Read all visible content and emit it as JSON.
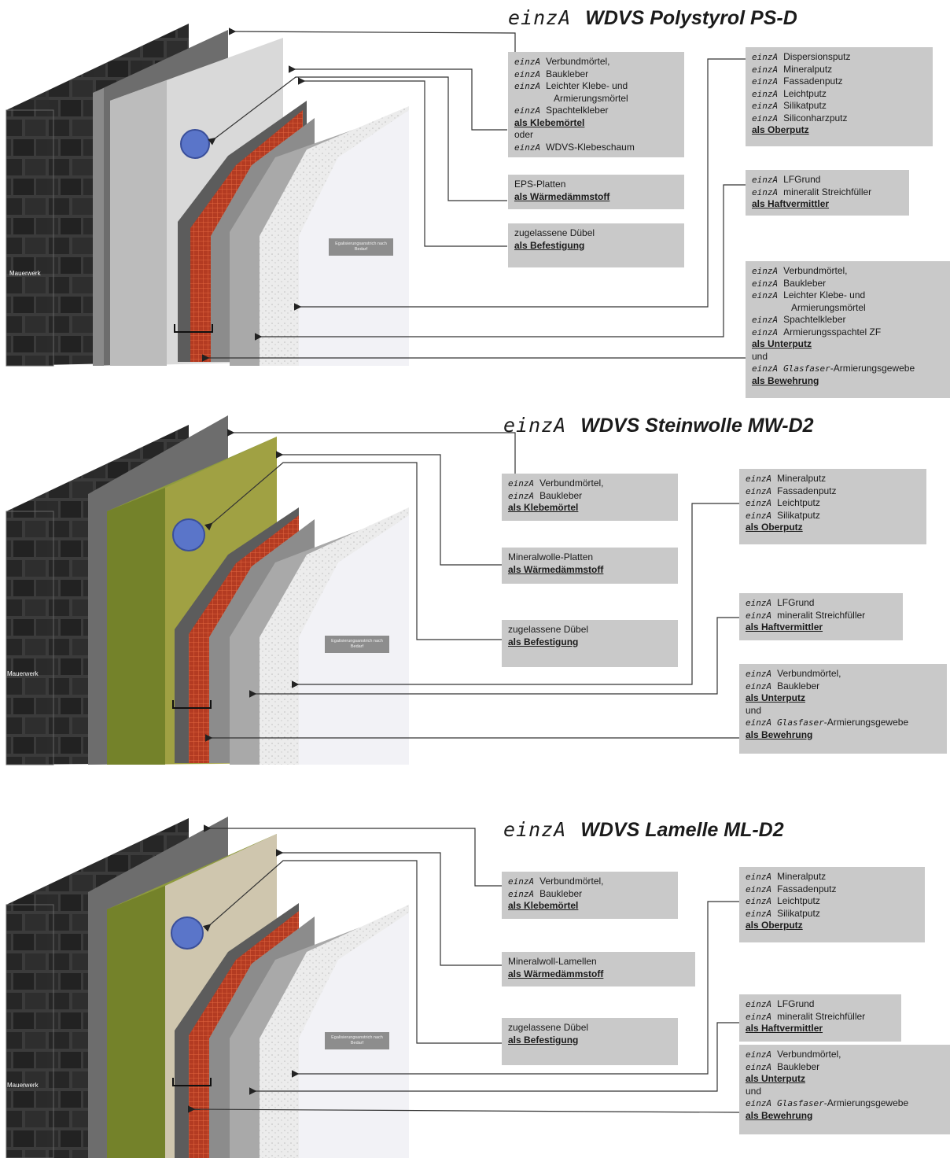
{
  "systems": [
    {
      "brand": "einzA",
      "title": "WDVS Polystyrol PS-D",
      "wall_label": "Mauerwerk",
      "render_label": "Egalisierungsanstrich nach Bedarf",
      "left_boxes": [
        {
          "lines": [
            {
              "brand": "einzA",
              "text": "Verbundmörtel,"
            },
            {
              "brand": "einzA",
              "text": "Baukleber"
            },
            {
              "brand": "einzA",
              "text": "Leichter Klebe- und"
            },
            {
              "text": "Armierungsmörtel",
              "indent": true
            },
            {
              "brand": "einzA",
              "text": "Spachtelkleber"
            },
            {
              "text": "als Klebemörtel",
              "role": true
            },
            {
              "text": "oder"
            },
            {
              "brand": "einzA",
              "text": "WDVS-Klebeschaum"
            }
          ]
        },
        {
          "lines": [
            {
              "text": "EPS-Platten"
            },
            {
              "text": "als Wärmedämmstoff",
              "role": true
            }
          ]
        },
        {
          "lines": [
            {
              "text": "zugelassene Dübel"
            },
            {
              "text": "als Befestigung",
              "role": true
            }
          ]
        }
      ],
      "right_boxes": [
        {
          "lines": [
            {
              "brand": "einzA",
              "text": "Dispersionsputz"
            },
            {
              "brand": "einzA",
              "text": "Mineralputz"
            },
            {
              "brand": "einzA",
              "text": "Fassadenputz"
            },
            {
              "brand": "einzA",
              "text": "Leichtputz"
            },
            {
              "brand": "einzA",
              "text": "Silikatputz"
            },
            {
              "brand": "einzA",
              "text": "Siliconharzputz"
            },
            {
              "text": "als Oberputz",
              "role": true
            }
          ]
        },
        {
          "lines": [
            {
              "brand": "einzA",
              "text": "LFGrund"
            },
            {
              "brand": "einzA",
              "text": "mineralit Streichfüller"
            },
            {
              "text": "als Haftvermittler",
              "role": true
            }
          ]
        },
        {
          "lines": [
            {
              "brand": "einzA",
              "text": "Verbundmörtel,"
            },
            {
              "brand": "einzA",
              "text": "Baukleber"
            },
            {
              "brand": "einzA",
              "text": "Leichter Klebe- und"
            },
            {
              "text": "Armierungsmörtel",
              "indent": true
            },
            {
              "brand": "einzA",
              "text": "Spachtelkleber"
            },
            {
              "brand": "einzA",
              "text": "Armierungsspachtel ZF"
            },
            {
              "text": "als Unterputz",
              "role": true
            },
            {
              "text": "und"
            },
            {
              "brand": "einzA",
              "gf": "Glasfaser",
              "text": "-Armierungsgewebe"
            },
            {
              "text": "als Bewehrung",
              "role": true
            }
          ]
        }
      ]
    },
    {
      "brand": "einzA",
      "title": "WDVS Steinwolle MW-D2",
      "wall_label": "Mauerwerk",
      "render_label": "Egalisierungsanstrich nach Bedarf",
      "left_boxes": [
        {
          "lines": [
            {
              "brand": "einzA",
              "text": "Verbundmörtel,"
            },
            {
              "brand": "einzA",
              "text": "Baukleber"
            },
            {
              "text": "als Klebemörtel",
              "role": true
            }
          ]
        },
        {
          "lines": [
            {
              "text": "Mineralwolle-Platten"
            },
            {
              "text": "als Wärmedämmstoff",
              "role": true
            }
          ]
        },
        {
          "lines": [
            {
              "text": "zugelassene Dübel"
            },
            {
              "text": "als Befestigung",
              "role": true
            }
          ]
        }
      ],
      "right_boxes": [
        {
          "lines": [
            {
              "brand": "einzA",
              "text": "Mineralputz"
            },
            {
              "brand": "einzA",
              "text": "Fassadenputz"
            },
            {
              "brand": "einzA",
              "text": "Leichtputz"
            },
            {
              "brand": "einzA",
              "text": "Silikatputz"
            },
            {
              "text": "als Oberputz",
              "role": true
            }
          ]
        },
        {
          "lines": [
            {
              "brand": "einzA",
              "text": "LFGrund"
            },
            {
              "brand": "einzA",
              "text": "mineralit Streichfüller"
            },
            {
              "text": "als Haftvermittler",
              "role": true
            }
          ]
        },
        {
          "lines": [
            {
              "brand": "einzA",
              "text": "Verbundmörtel,"
            },
            {
              "brand": "einzA",
              "text": "Baukleber"
            },
            {
              "text": "als Unterputz",
              "role": true
            },
            {
              "text": "und"
            },
            {
              "brand": "einzA",
              "gf": "Glasfaser",
              "text": "-Armierungsgewebe"
            },
            {
              "text": "als Bewehrung",
              "role": true
            }
          ]
        }
      ]
    },
    {
      "brand": "einzA",
      "title": "WDVS Lamelle ML-D2",
      "wall_label": "Mauerwerk",
      "render_label": "Egalisierungsanstrich nach Bedarf",
      "left_boxes": [
        {
          "lines": [
            {
              "brand": "einzA",
              "text": "Verbundmörtel,"
            },
            {
              "brand": "einzA",
              "text": "Baukleber"
            },
            {
              "text": "als Klebemörtel",
              "role": true
            }
          ]
        },
        {
          "lines": [
            {
              "text": "Mineralwoll-Lamellen"
            },
            {
              "text": "als Wärmedämmstoff",
              "role": true
            }
          ]
        },
        {
          "lines": [
            {
              "text": "zugelassene Dübel"
            },
            {
              "text": "als Befestigung",
              "role": true
            }
          ]
        }
      ],
      "right_boxes": [
        {
          "lines": [
            {
              "brand": "einzA",
              "text": "Mineralputz"
            },
            {
              "brand": "einzA",
              "text": "Fassadenputz"
            },
            {
              "brand": "einzA",
              "text": "Leichtputz"
            },
            {
              "brand": "einzA",
              "text": "Silikatputz"
            },
            {
              "text": "als Oberputz",
              "role": true
            }
          ]
        },
        {
          "lines": [
            {
              "brand": "einzA",
              "text": "LFGrund"
            },
            {
              "brand": "einzA",
              "text": "mineralit Streichfüller"
            },
            {
              "text": "als Haftvermittler",
              "role": true
            }
          ]
        },
        {
          "lines": [
            {
              "brand": "einzA",
              "text": "Verbundmörtel,"
            },
            {
              "brand": "einzA",
              "text": "Baukleber"
            },
            {
              "text": "als Unterputz",
              "role": true
            },
            {
              "text": "und"
            },
            {
              "brand": "einzA",
              "gf": "Glasfaser",
              "text": "-Armierungsgewebe"
            },
            {
              "text": "als Bewehrung",
              "role": true
            }
          ]
        }
      ]
    }
  ]
}
